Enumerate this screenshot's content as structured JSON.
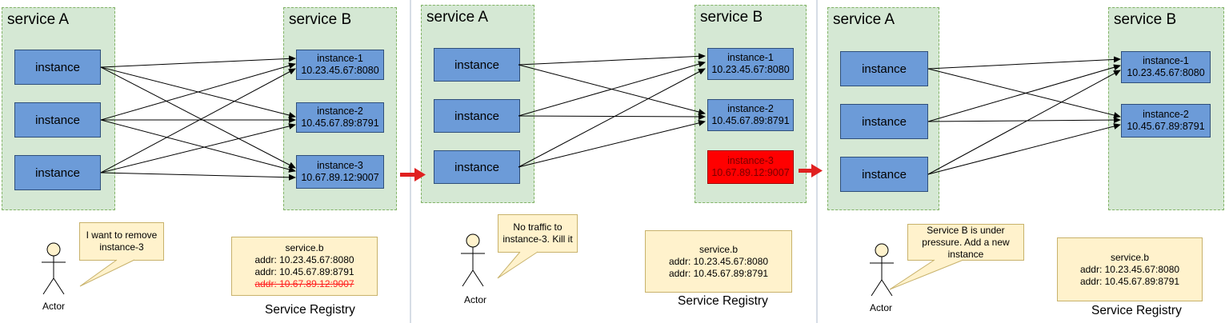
{
  "panels": [
    {
      "service_a_title": "service A",
      "service_b_title": "service B",
      "instance_label": "instance",
      "instances_b": [
        {
          "name": "instance-1",
          "addr": "10.23.45.67:8080"
        },
        {
          "name": "instance-2",
          "addr": "10.45.67.89:8791"
        },
        {
          "name": "instance-3",
          "addr": "10.67.89.12:9007"
        }
      ],
      "bubble_text": "I want to remove instance-3",
      "actor_label": "Actor",
      "registry": {
        "name": "service.b",
        "lines": [
          "addr: 10.23.45.67:8080",
          "addr: 10.45.67.89:8791"
        ],
        "struck_line": "addr: 10.67.89.12:9007",
        "caption": "Service Registry"
      }
    },
    {
      "service_a_title": "service A",
      "service_b_title": "service B",
      "instance_label": "instance",
      "instances_b": [
        {
          "name": "instance-1",
          "addr": "10.23.45.67:8080"
        },
        {
          "name": "instance-2",
          "addr": "10.45.67.89:8791"
        },
        {
          "name": "instance-3",
          "addr": "10.67.89.12:9007"
        }
      ],
      "bubble_text": "No traffic to instance-3. Kill it",
      "actor_label": "Actor",
      "registry": {
        "name": "service.b",
        "lines": [
          "addr: 10.23.45.67:8080",
          "addr: 10.45.67.89:8791"
        ],
        "caption": "Service Registry"
      }
    },
    {
      "service_a_title": "service A",
      "service_b_title": "service B",
      "instance_label": "instance",
      "instances_b": [
        {
          "name": "instance-1",
          "addr": "10.23.45.67:8080"
        },
        {
          "name": "instance-2",
          "addr": "10.45.67.89:8791"
        }
      ],
      "bubble_text": "Service B is under pressure. Add a new instance",
      "actor_label": "Actor",
      "registry": {
        "name": "service.b",
        "lines": [
          "addr: 10.23.45.67:8080",
          "addr: 10.45.67.89:8791"
        ],
        "caption": "Service Registry"
      }
    }
  ],
  "colors": {
    "instance_fill": "#6c9bd8",
    "service_fill": "#d5e8d4",
    "note_fill": "#fff2cc",
    "removed_instance": "#ff0000",
    "transition_arrow": "#e02020"
  }
}
